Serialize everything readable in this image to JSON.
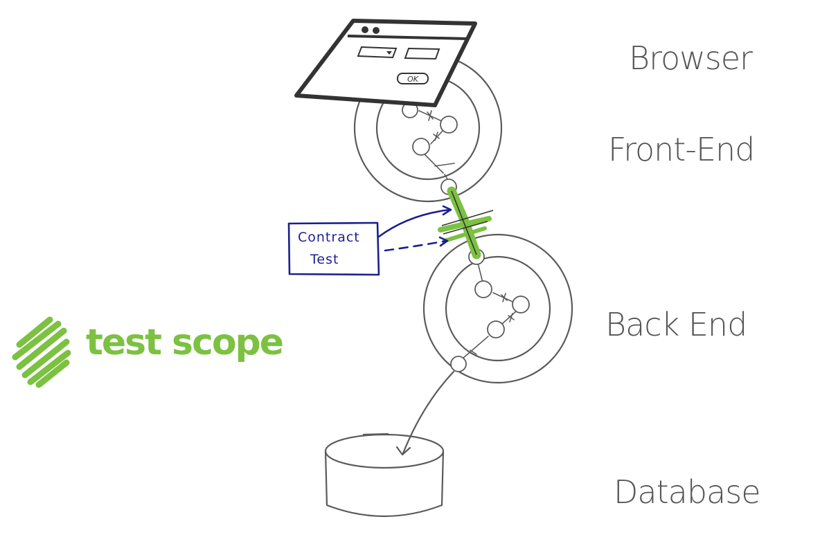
{
  "layers": {
    "browser": "Browser",
    "frontend": "Front-End",
    "backend": "Back End",
    "database": "Database"
  },
  "browser_window": {
    "ok_label": "OK"
  },
  "contract_box": {
    "line1": "Contract",
    "line2": "Test"
  },
  "legend": {
    "label": "test scope"
  },
  "colors": {
    "ink": "#5a5a5a",
    "browser_ink": "#333333",
    "contract_blue": "#1a1f8f",
    "scope_green": "#7cc142"
  }
}
